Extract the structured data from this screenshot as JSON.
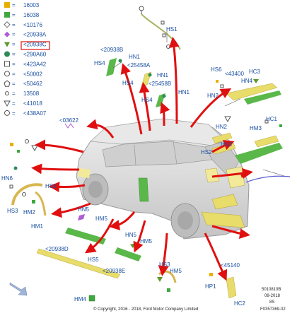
{
  "legend": [
    {
      "code": "16003",
      "symbol": "square",
      "color": "#e7b000"
    },
    {
      "code": "16038",
      "symbol": "square",
      "color": "#3ea83e"
    },
    {
      "code": "<10176",
      "symbol": "diamond-outline",
      "color": "#666666"
    },
    {
      "code": "<20938A",
      "symbol": "diamond",
      "color": "#b05cd6"
    },
    {
      "code": "<20938C",
      "symbol": "triangle-down",
      "color": "#5a9a2a"
    },
    {
      "code": "<290A60",
      "symbol": "circle",
      "color": "#2e8b57"
    },
    {
      "code": "<423A42",
      "symbol": "square-outline",
      "color": "#555555"
    },
    {
      "code": "<50002",
      "symbol": "circle-outline",
      "color": "#555555"
    },
    {
      "code": "<50462",
      "symbol": "pentagon-outline",
      "color": "#555555"
    },
    {
      "code": "13508",
      "symbol": "circle-small-outline",
      "color": "#555555"
    },
    {
      "code": "<41018",
      "symbol": "triangle-down-outline",
      "color": "#555555"
    },
    {
      "code": "<438A07",
      "symbol": "circle-outline",
      "color": "#555555"
    }
  ],
  "highlighted_legend_item": "<20938C",
  "labels": {
    "hs1": "HS1",
    "a20938b": "<20938B",
    "hn1a": "HN1",
    "hs4a": "HS4",
    "a25458a": "<25458A",
    "hn1b": "HN1",
    "hs4b": "HS4",
    "a25458b": "<25458B",
    "hn1c": "HN1",
    "hs4c": "HS4",
    "hs6": "HS6",
    "a43400": "<43400",
    "hc3": "HC3",
    "hn4": "HN4",
    "hn2a": "HN2",
    "a03622": "<03622",
    "hc1": "HC1",
    "hn2b": "HN2",
    "hm3": "HM3",
    "hs2": "HS2",
    "hn3": "HN3",
    "hn6": "HN6",
    "hs5a": "HS5",
    "hs3a": "HS3",
    "hm2": "HM2",
    "hm1": "HM1",
    "hn5a": "HN5",
    "hm5a": "HM5",
    "a20938d": "<20938D",
    "hs5b": "HS5",
    "hn5b": "HN5",
    "hm5b": "HM5",
    "a20938e": "<20938E",
    "hs3b": "HS3",
    "hm5c": "HM5",
    "a45140": "<45140",
    "hp1": "HP1",
    "hc2": "HC2",
    "hm4": "HM4"
  },
  "footer": {
    "copyright": "© Copyright, 2016 - 2018, Ford Motor Company Limited",
    "ref1": "5010810B",
    "ref2": "08-2018",
    "ref3": "8S",
    "ref4": "F0357369-02"
  },
  "colors": {
    "label": "#1a4fa0",
    "arrow": "#e01010",
    "trim_yellow": "#e8dc6a",
    "trim_green": "#5ab84a",
    "car_body": "#d8d8d8"
  }
}
